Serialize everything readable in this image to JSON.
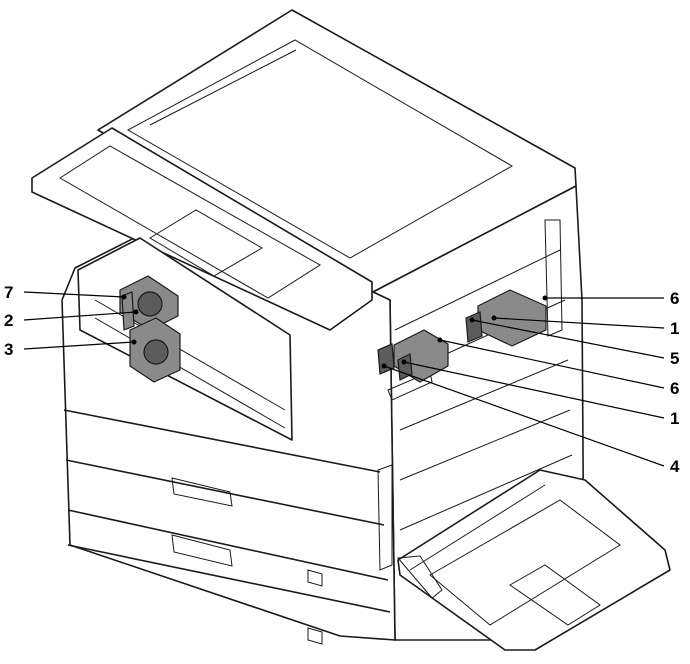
{
  "callouts": [
    {
      "id": "left-7",
      "label": "7"
    },
    {
      "id": "left-2",
      "label": "2"
    },
    {
      "id": "left-3",
      "label": "3"
    },
    {
      "id": "right-6a",
      "label": "6"
    },
    {
      "id": "right-1a",
      "label": "1"
    },
    {
      "id": "right-5",
      "label": "5"
    },
    {
      "id": "right-6b",
      "label": "6"
    },
    {
      "id": "right-1b",
      "label": "1"
    },
    {
      "id": "right-4",
      "label": "4"
    }
  ]
}
